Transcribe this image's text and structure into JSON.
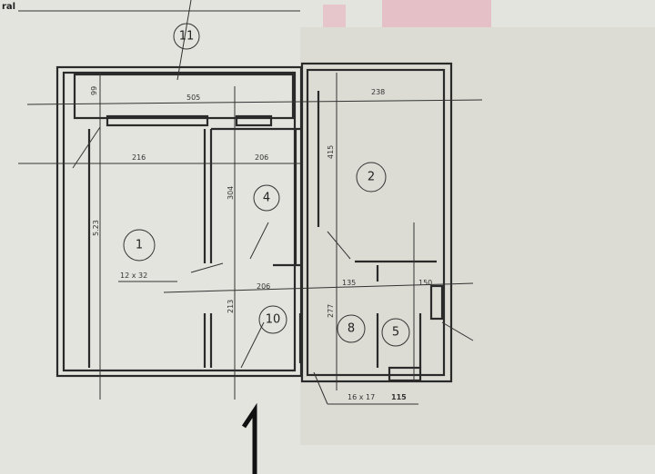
{
  "header_fragment": "ral",
  "rooms": [
    {
      "id": "11"
    },
    {
      "id": "2"
    },
    {
      "id": "4"
    },
    {
      "id": "1"
    },
    {
      "id": "10"
    },
    {
      "id": "8"
    },
    {
      "id": "5"
    }
  ],
  "dimensions": {
    "top_width": "505",
    "room2_width": "238",
    "room1_width": "216",
    "room4_width": "206",
    "room1_height": "5.23",
    "room4_height": "304",
    "room2_height": "415",
    "room11_height": "99",
    "corridor_width": "206",
    "room1_window": "12 x 32",
    "bath_width": "135",
    "room5_width": "150",
    "bath_height": "277",
    "hall_height": "213",
    "bottom_note": "16 x 17",
    "bottom_small": "115"
  },
  "colors": {
    "paper": "#e4e4df",
    "patch": "#dcdcd5",
    "stamp": "#e8a8b8",
    "ink": "#2a2a2a"
  }
}
